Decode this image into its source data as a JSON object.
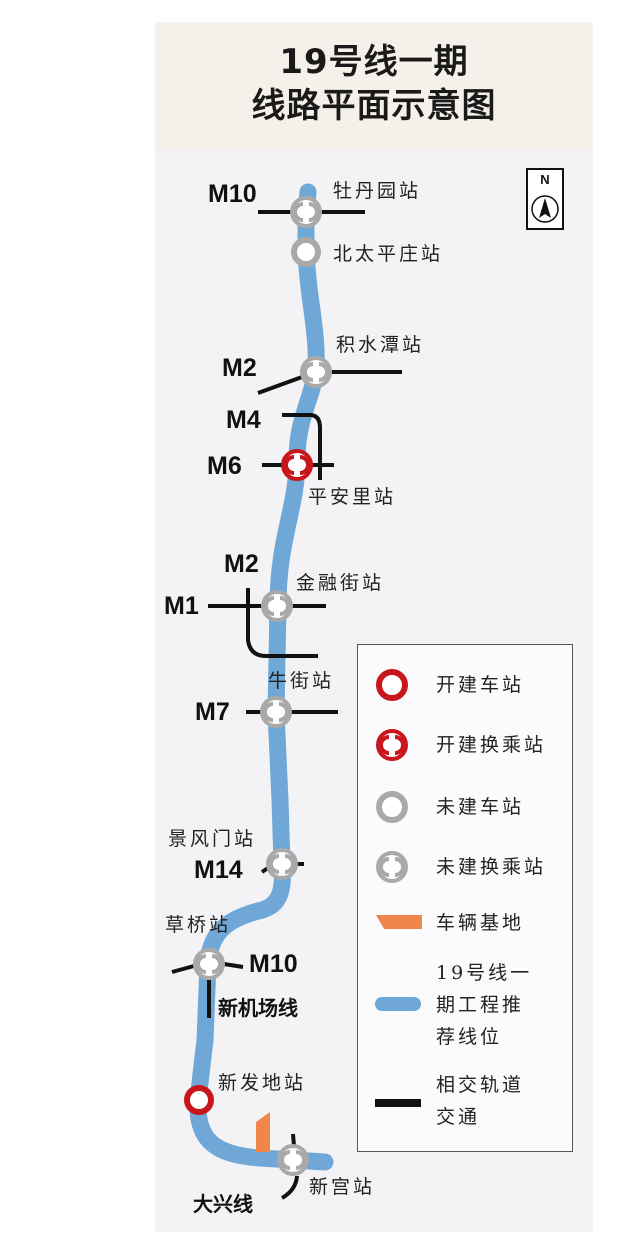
{
  "title": {
    "line1": "19号线一期",
    "line2": "线路平面示意图"
  },
  "compass": {
    "label": "N"
  },
  "stations": [
    {
      "name": "牡丹园站",
      "status": "planned-transfer"
    },
    {
      "name": "北太平庄站",
      "status": "planned"
    },
    {
      "name": "积水潭站",
      "status": "planned-transfer"
    },
    {
      "name": "平安里站",
      "status": "construction-transfer"
    },
    {
      "name": "金融街站",
      "status": "planned-transfer"
    },
    {
      "name": "牛街站",
      "status": "planned-transfer"
    },
    {
      "name": "景风门站",
      "status": "planned-transfer"
    },
    {
      "name": "草桥站",
      "status": "planned-transfer"
    },
    {
      "name": "新发地站",
      "status": "construction"
    },
    {
      "name": "新宫站",
      "status": "planned-transfer"
    }
  ],
  "crossing_lines": {
    "m10_top": "M10",
    "m2_top": "M2",
    "m4": "M4",
    "m6": "M6",
    "m2_mid": "M2",
    "m1": "M1",
    "m7": "M7",
    "m14": "M14",
    "m10_bottom": "M10",
    "new_airport": "新机场线",
    "daxing": "大兴线"
  },
  "legend": {
    "items": [
      {
        "icon": "red-ring-icon",
        "label": "开建车站"
      },
      {
        "icon": "red-transfer-icon",
        "label": "开建换乘站"
      },
      {
        "icon": "gray-ring-icon",
        "label": "未建车站"
      },
      {
        "icon": "gray-transfer-icon",
        "label": "未建换乘站"
      },
      {
        "icon": "orange-depot-icon",
        "label": "车辆基地"
      },
      {
        "icon": "blue-line-icon",
        "label": "19号线一\n期工程推\n荐线位"
      },
      {
        "icon": "black-line-icon",
        "label": "相交轨道\n交通"
      }
    ]
  },
  "colors": {
    "line19": "#6fa8d6",
    "construction": "#c8161d",
    "planned": "#a9a9a9",
    "depot": "#f0864a",
    "crossing": "#111111",
    "title_band": "#f5f0ea",
    "panel": "#f3f3f5"
  }
}
